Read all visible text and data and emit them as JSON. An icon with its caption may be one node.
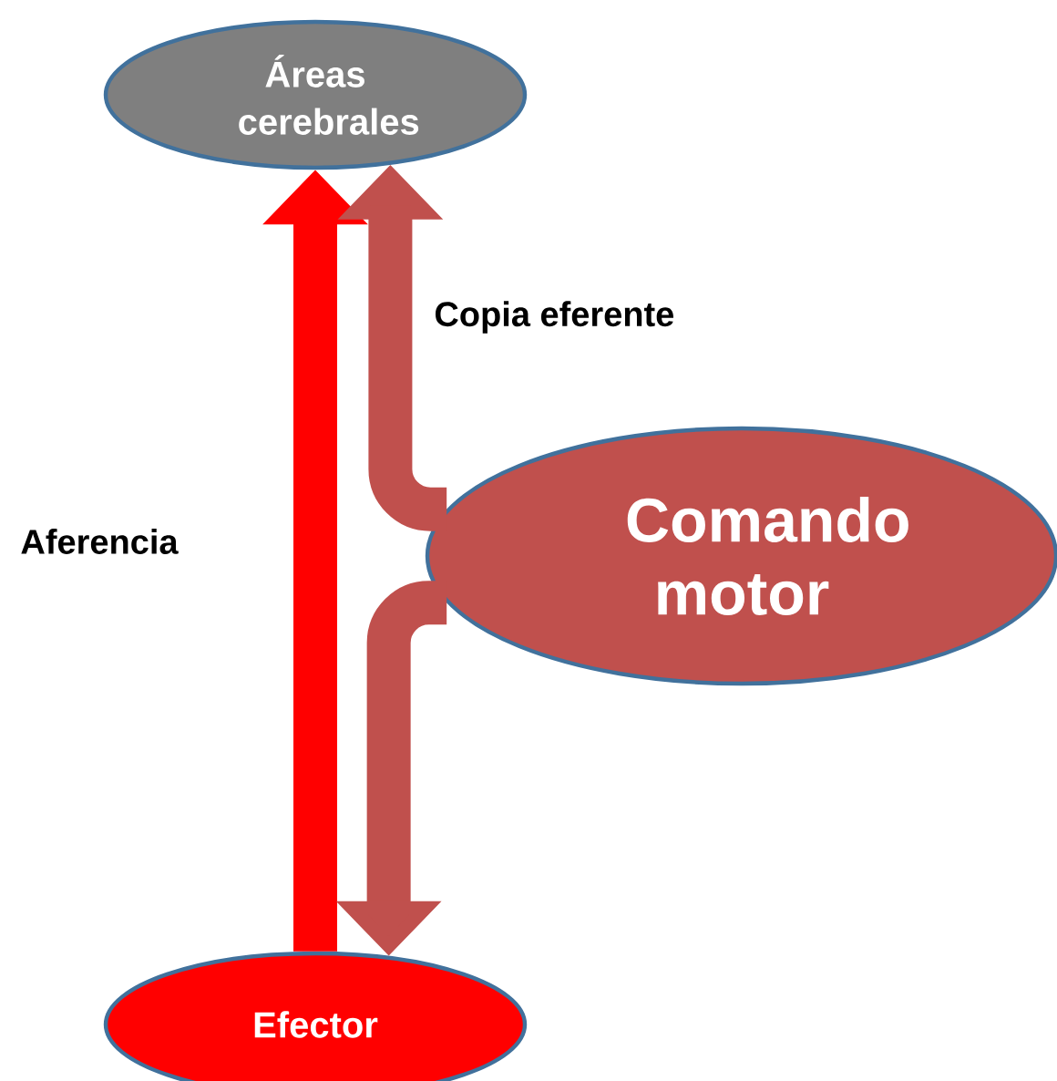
{
  "diagram": {
    "nodes": [
      {
        "text": [
          "Áreas cerebrales"
        ]
      },
      {
        "text": [
          "Comando motor"
        ]
      },
      {
        "text": [
          "Efector"
        ]
      }
    ],
    "edges": [
      {
        "from": 2,
        "to": 0,
        "arrow": "to",
        "label": "Aferencia",
        "color": "#ff0000"
      },
      {
        "from": 1,
        "to": 0,
        "arrow": "to",
        "label": "Copia eferente"
      },
      {
        "from": 1,
        "to": 2,
        "arrow": "to"
      }
    ]
  }
}
